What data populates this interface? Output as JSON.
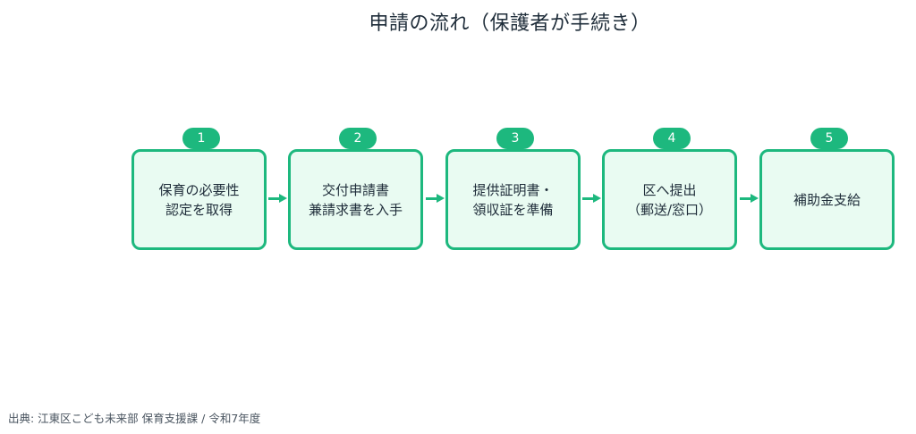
{
  "title": "申請の流れ（保護者が手続き）",
  "steps": [
    {
      "number": "1",
      "label": "保育の必要性\n認定を取得"
    },
    {
      "number": "2",
      "label": "交付申請書\n兼請求書を入手"
    },
    {
      "number": "3",
      "label": "提供証明書・\n領収証を準備"
    },
    {
      "number": "4",
      "label": "区へ提出\n（郵送/窓口）"
    },
    {
      "number": "5",
      "label": "補助金支給"
    }
  ],
  "source": "出典: 江東区こども未来部 保育支援課 / 令和7年度",
  "colors": {
    "accent": "#1db87e",
    "box_fill": "#e9fbf2",
    "text": "#1f2d3a"
  }
}
